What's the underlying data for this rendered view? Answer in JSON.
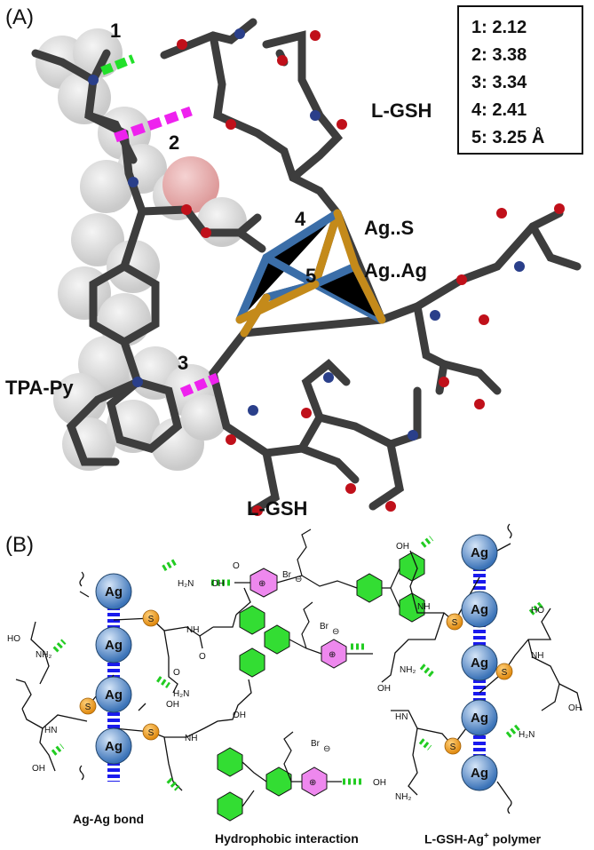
{
  "panel_a": {
    "label": "(A)",
    "distances": [
      {
        "id": "1",
        "text": "1: 2.12"
      },
      {
        "id": "2",
        "text": "2: 3.38"
      },
      {
        "id": "3",
        "text": "3: 3.34"
      },
      {
        "id": "4",
        "text": "4: 2.41"
      },
      {
        "id": "5",
        "text": "5: 3.25 Å"
      }
    ],
    "marker_numbers": [
      "1",
      "2",
      "3",
      "4",
      "5"
    ],
    "labels": {
      "lgsh_top": "L-GSH",
      "lgsh_bottom": "L-GSH",
      "ag_s": "Ag..S",
      "ag_ag": "Ag..Ag",
      "tpa_py": "TPA-Py"
    },
    "colors": {
      "carbon": "#3d3d3d",
      "oxygen": "#c0101a",
      "nitrogen": "#2a3f8a",
      "sulfur": "#c48a1a",
      "silver": "#3b6ea8",
      "hbond_green": "#22e02a",
      "hbond_magenta": "#ee22ee"
    }
  },
  "panel_b": {
    "label": "(B)",
    "ag_atom": "Ag",
    "s_atom": "S",
    "chem_text": {
      "h2n": "H₂N",
      "nh2": "NH₂",
      "oh": "OH",
      "ho": "HO",
      "o": "O",
      "nh": "NH",
      "hn": "HN",
      "n": "N",
      "br": "Br",
      "minus": "⊖",
      "plus": "⊕"
    },
    "captions": {
      "left": "Ag-Ag bond",
      "middle": "Hydrophobic interaction",
      "right_prefix": "L-GSH-Ag",
      "right_sup": "+",
      "right_suffix": " polymer"
    },
    "colors": {
      "ag_bond_blue": "#1a1aee",
      "ag_sphere": "#5a8fd0",
      "s_sphere": "#f0a020",
      "pyridinium": "#ee88ee",
      "phenyl": "#33dd33",
      "dash_green": "#22cc22"
    }
  }
}
